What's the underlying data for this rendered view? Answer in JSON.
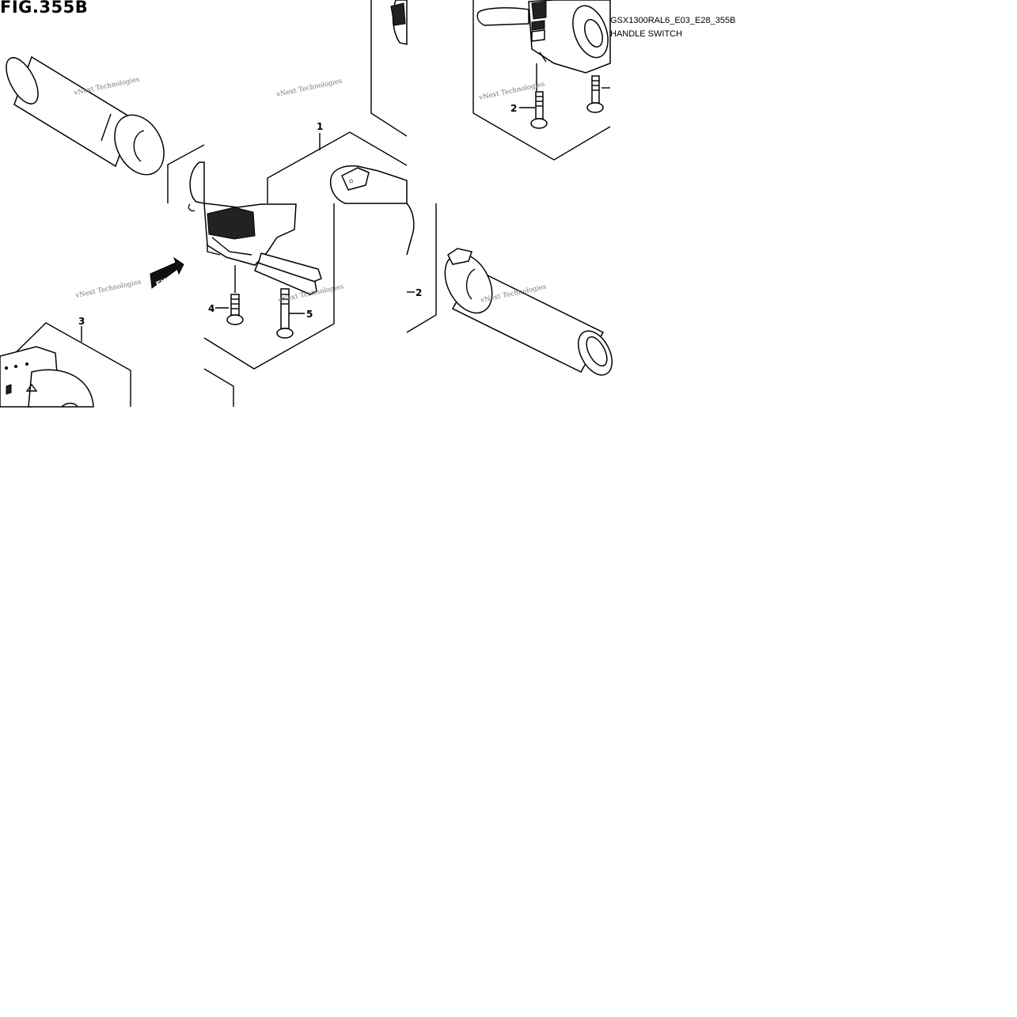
{
  "figure": {
    "title": "FIG.355B",
    "diagram_code": "GSX1300RAL6_E03_E28_355B",
    "diagram_name": "HANDLE SWITCH",
    "fwd_label": "FWD"
  },
  "callouts": [
    {
      "id": "1",
      "label": "1"
    },
    {
      "id": "2a",
      "label": "2"
    },
    {
      "id": "2b",
      "label": "2"
    },
    {
      "id": "3",
      "label": "3"
    },
    {
      "id": "4",
      "label": "4"
    },
    {
      "id": "5",
      "label": "5"
    }
  ],
  "watermark": "vNext Technologies"
}
